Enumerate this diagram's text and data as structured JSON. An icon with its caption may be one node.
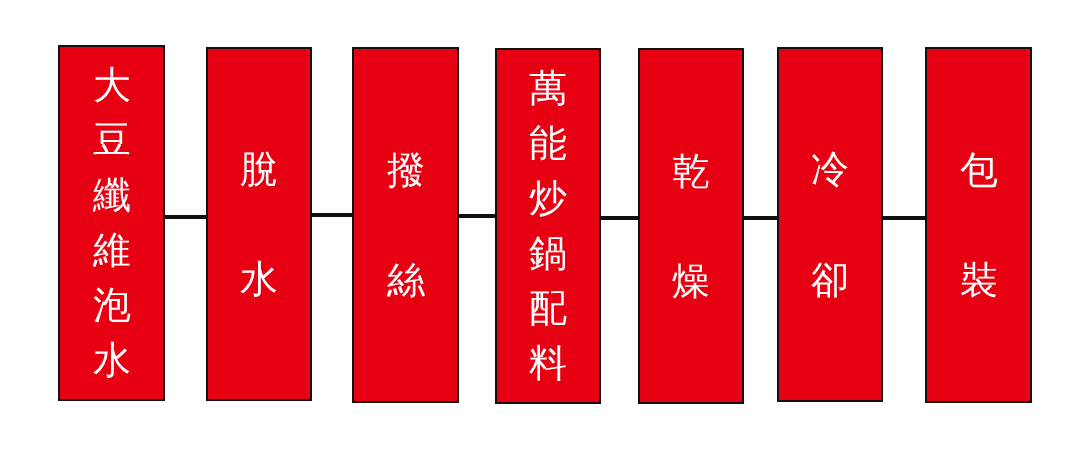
{
  "diagram": {
    "nodes": [
      {
        "text": [
          "大豆纖維泡水"
        ]
      },
      {
        "text": [
          "脫水"
        ]
      },
      {
        "text": [
          "撥絲"
        ]
      },
      {
        "text": [
          "萬能炒鍋配料"
        ]
      },
      {
        "text": [
          "乾燥"
        ]
      },
      {
        "text": [
          "冷卻"
        ]
      },
      {
        "text": [
          "包裝"
        ]
      }
    ],
    "edges": [
      {
        "from": 0,
        "to": 1,
        "arrow": "none"
      },
      {
        "from": 1,
        "to": 2,
        "arrow": "none"
      },
      {
        "from": 2,
        "to": 3,
        "arrow": "none"
      },
      {
        "from": 3,
        "to": 4,
        "arrow": "none"
      },
      {
        "from": 4,
        "to": 5,
        "arrow": "none"
      },
      {
        "from": 5,
        "to": 6,
        "arrow": "none"
      }
    ]
  }
}
